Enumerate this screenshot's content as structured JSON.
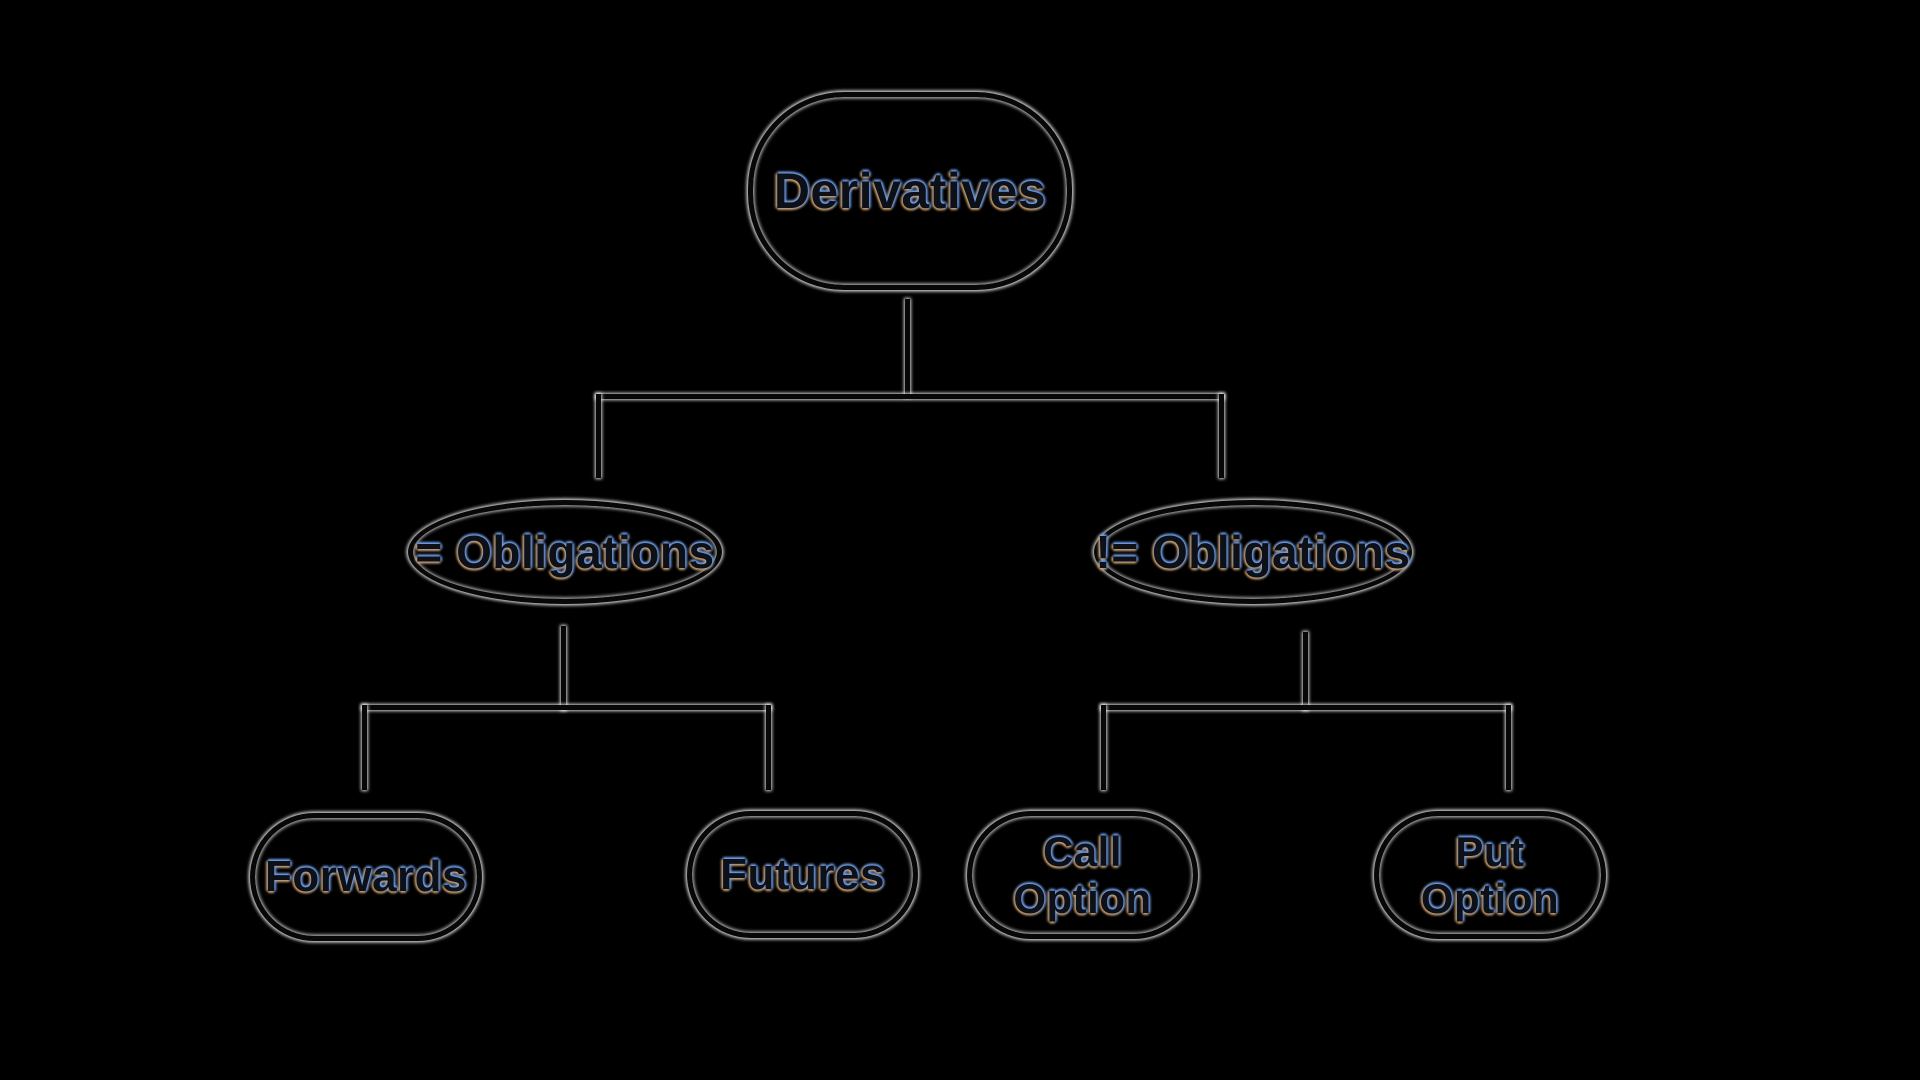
{
  "background_color": "#000000",
  "nodes": {
    "derivatives": {
      "label": "Derivatives"
    },
    "eq_obligations": {
      "label": "= Obligations"
    },
    "neq_obligations": {
      "label": "!= Obligations"
    },
    "forwards": {
      "label": "Forwards"
    },
    "futures": {
      "label": "Futures"
    },
    "call_option": {
      "label": "Call Option",
      "line1": "Call",
      "line2": "Option"
    },
    "put_option": {
      "label": "Put Option",
      "line1": "Put",
      "line2": "Option"
    }
  },
  "edges": [
    {
      "from": "Derivatives",
      "to": "= Obligations"
    },
    {
      "from": "Derivatives",
      "to": "!= Obligations"
    },
    {
      "from": "= Obligations",
      "to": "Forwards"
    },
    {
      "from": "= Obligations",
      "to": "Futures"
    },
    {
      "from": "!= Obligations",
      "to": "Call Option"
    },
    {
      "from": "!= Obligations",
      "to": "Put Option"
    }
  ],
  "style_colors": {
    "background": "#000000",
    "shape_stroke": "#070707",
    "halo": "#ffffff",
    "text_fill": "#0d1017",
    "text_fringe_blue": "#6e9ceb",
    "text_fringe_orange": "#e1aa68"
  }
}
